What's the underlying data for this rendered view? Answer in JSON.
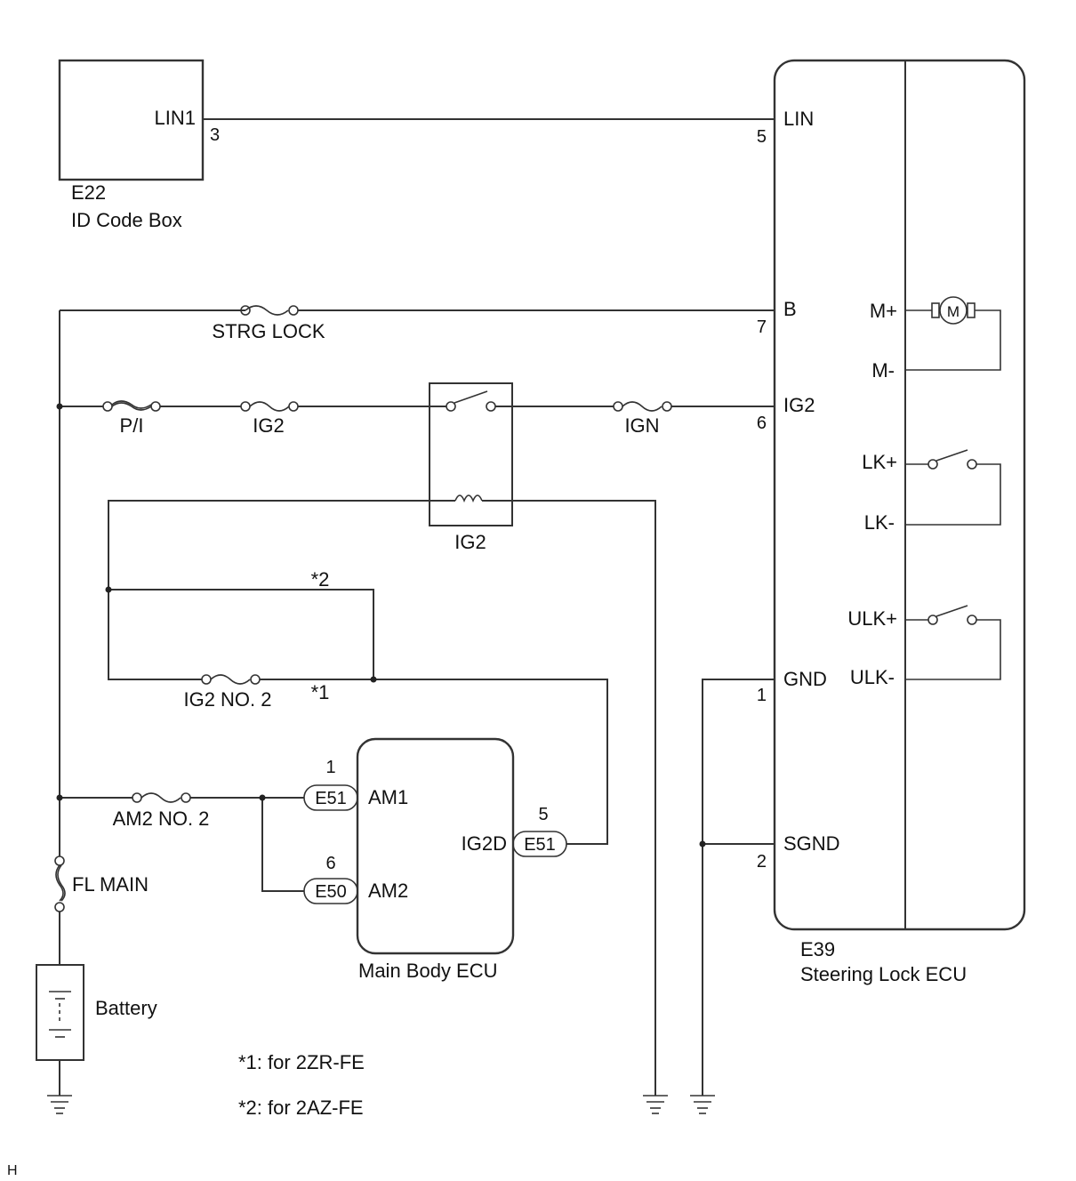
{
  "components": {
    "id_code_box": {
      "code": "E22",
      "name": "ID Code Box",
      "pin_label": "LIN1",
      "pin_number": "3"
    },
    "steering_lock_ecu": {
      "code": "E39",
      "name": "Steering Lock ECU",
      "pins": [
        {
          "label": "LIN",
          "number": "5"
        },
        {
          "label": "B",
          "number": "7"
        },
        {
          "label": "IG2",
          "number": "6"
        },
        {
          "label": "GND",
          "number": "1"
        },
        {
          "label": "SGND",
          "number": "2"
        }
      ],
      "internal": [
        "M+",
        "M-",
        "LK+",
        "LK-",
        "ULK+",
        "ULK-"
      ],
      "motor_symbol": "M"
    },
    "main_body_ecu": {
      "name": "Main Body ECU",
      "pins": [
        {
          "label": "AM1",
          "connector": "E51",
          "number": "1"
        },
        {
          "label": "AM2",
          "connector": "E50",
          "number": "6"
        },
        {
          "label": "IG2D",
          "connector": "E51",
          "number": "5"
        }
      ]
    },
    "relay": {
      "name": "IG2"
    },
    "battery": {
      "name": "Battery"
    }
  },
  "fuses": {
    "strg_lock": "STRG LOCK",
    "pi": "P/I",
    "ig2": "IG2",
    "ign": "IGN",
    "ig2_no2": "IG2 NO. 2",
    "am2_no2": "AM2 NO. 2",
    "fl_main": "FL MAIN"
  },
  "markers": {
    "m1": "*1",
    "m2": "*2"
  },
  "notes": [
    "*1: for 2ZR-FE",
    "*2: for 2AZ-FE"
  ],
  "corner_code": "H"
}
